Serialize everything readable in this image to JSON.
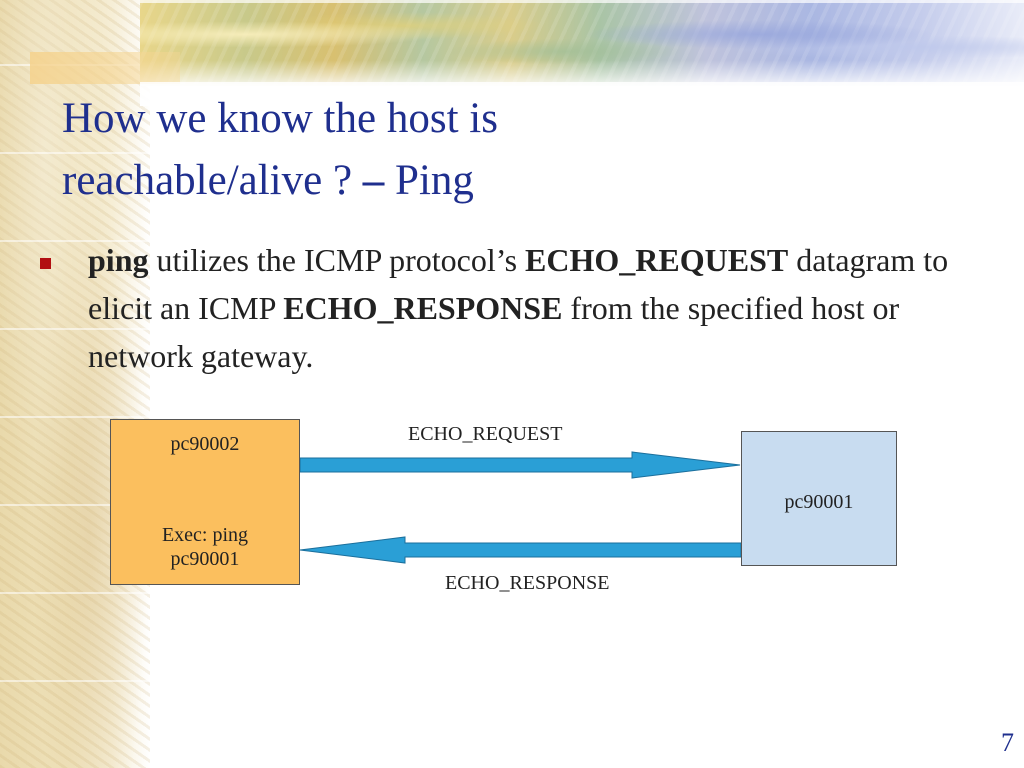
{
  "title": {
    "line1": "How we know the host is",
    "line2_main": "reachable/alive ?",
    "line2_dash": "–",
    "line2_tail": "Ping"
  },
  "bullet": {
    "cmd": "ping",
    "text1": " utilizes the ICMP protocol’s ",
    "term1": "ECHO_REQUEST",
    "text2": " datagram to elicit an ICMP ",
    "term2": "ECHO_RESPONSE",
    "text3": " from the specified host or network gateway."
  },
  "diagram": {
    "source": {
      "host": "pc90002",
      "command_line1": "Exec: ping",
      "command_line2": "pc90001",
      "fill": "#fbbf5e"
    },
    "target": {
      "host": "pc90001",
      "fill": "#c8dcf0"
    },
    "request_label": "ECHO_REQUEST",
    "response_label": "ECHO_RESPONSE",
    "arrow_color": "#2a9fd6"
  },
  "slide_number": "7",
  "colors": {
    "title": "#1f2f8e",
    "bullet_marker": "#b20f12",
    "body_text": "#222222"
  }
}
